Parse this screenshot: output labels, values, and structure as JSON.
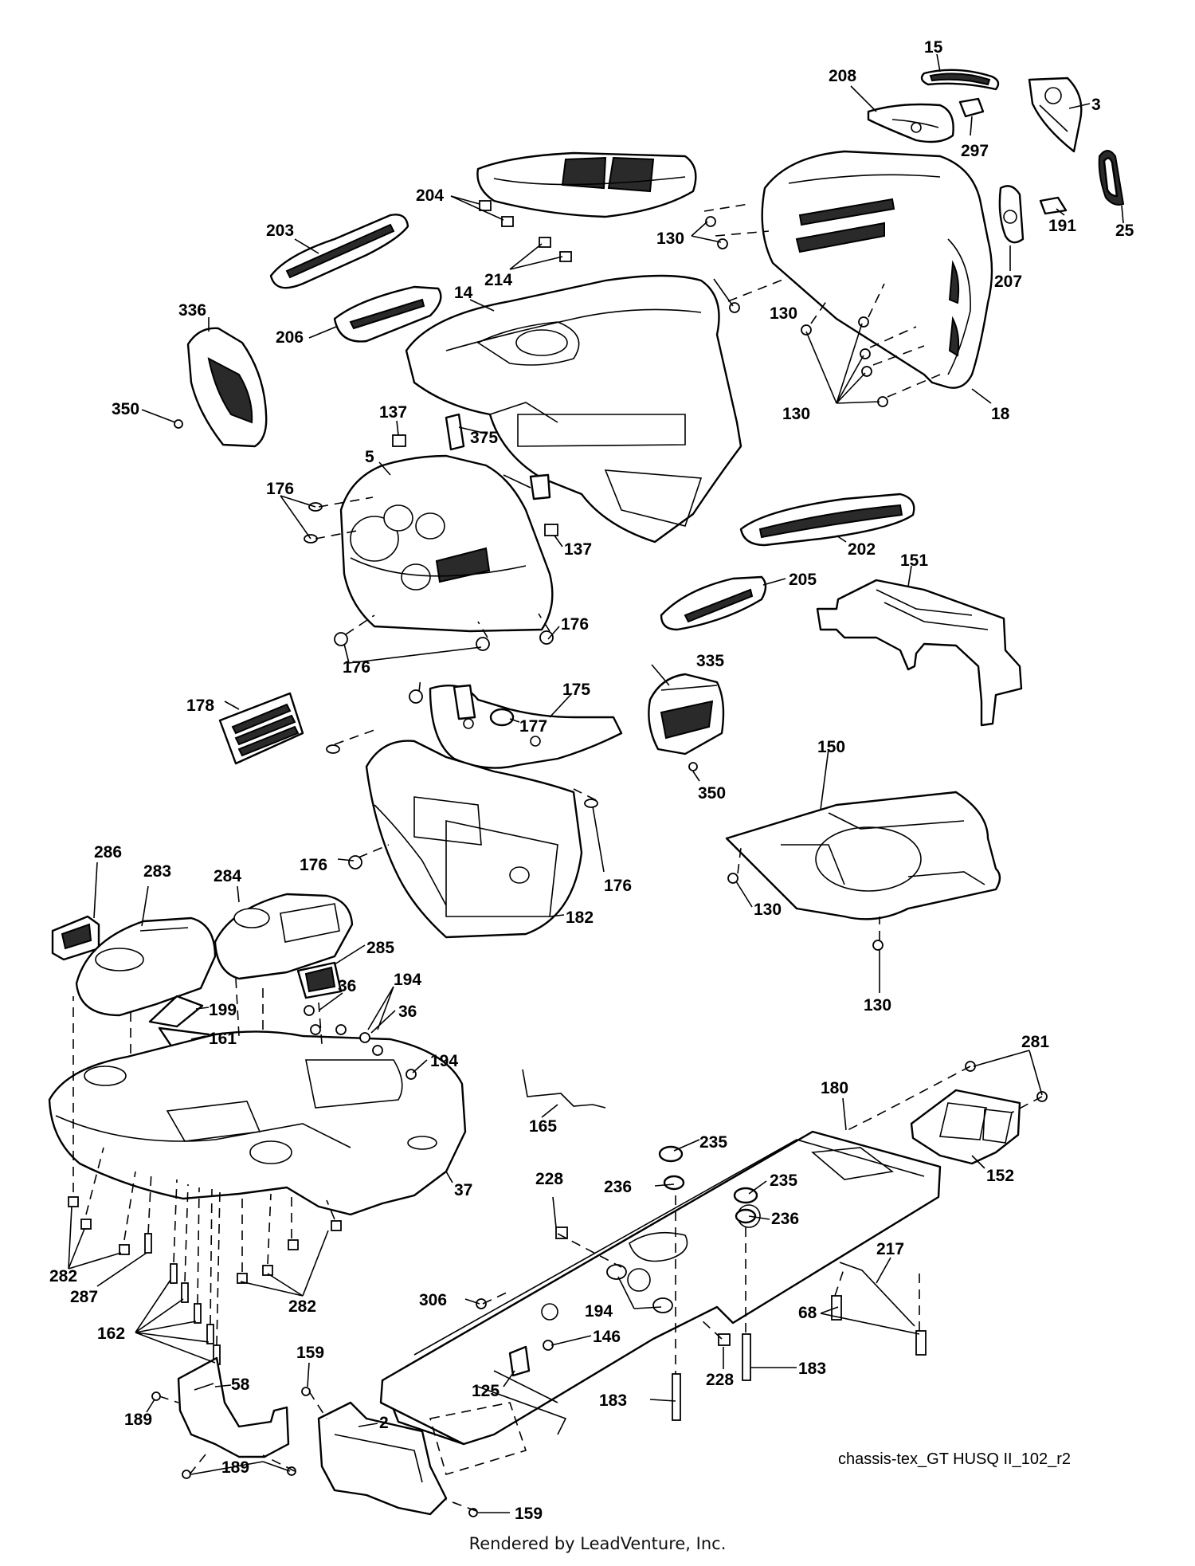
{
  "diagram": {
    "code": "chassis-tex_GT HUSQ II_102_r2",
    "credit": "Rendered by LeadVenture, Inc.",
    "callouts": [
      {
        "id": "c15",
        "label": "15"
      },
      {
        "id": "c208",
        "label": "208"
      },
      {
        "id": "c3",
        "label": "3"
      },
      {
        "id": "c297",
        "label": "297"
      },
      {
        "id": "c25",
        "label": "25"
      },
      {
        "id": "c191",
        "label": "191"
      },
      {
        "id": "c207",
        "label": "207"
      },
      {
        "id": "c204",
        "label": "204"
      },
      {
        "id": "c203",
        "label": "203"
      },
      {
        "id": "c214",
        "label": "214"
      },
      {
        "id": "c14",
        "label": "14"
      },
      {
        "id": "c206",
        "label": "206"
      },
      {
        "id": "c336",
        "label": "336"
      },
      {
        "id": "c350a",
        "label": "350"
      },
      {
        "id": "c130a",
        "label": "130"
      },
      {
        "id": "c130b",
        "label": "130"
      },
      {
        "id": "c130c",
        "label": "130"
      },
      {
        "id": "c18",
        "label": "18"
      },
      {
        "id": "c137a",
        "label": "137"
      },
      {
        "id": "c5",
        "label": "5"
      },
      {
        "id": "c375",
        "label": "375"
      },
      {
        "id": "c176a",
        "label": "176"
      },
      {
        "id": "c137b",
        "label": "137"
      },
      {
        "id": "c202",
        "label": "202"
      },
      {
        "id": "c151",
        "label": "151"
      },
      {
        "id": "c205",
        "label": "205"
      },
      {
        "id": "c176b",
        "label": "176"
      },
      {
        "id": "c176c",
        "label": "176"
      },
      {
        "id": "c178",
        "label": "178"
      },
      {
        "id": "c175",
        "label": "175"
      },
      {
        "id": "c177",
        "label": "177"
      },
      {
        "id": "c335",
        "label": "335"
      },
      {
        "id": "c350b",
        "label": "350"
      },
      {
        "id": "c150",
        "label": "150"
      },
      {
        "id": "c176d",
        "label": "176"
      },
      {
        "id": "c176e",
        "label": "176"
      },
      {
        "id": "c182",
        "label": "182"
      },
      {
        "id": "c130d",
        "label": "130"
      },
      {
        "id": "c130e",
        "label": "130"
      },
      {
        "id": "c286",
        "label": "286"
      },
      {
        "id": "c283",
        "label": "283"
      },
      {
        "id": "c284",
        "label": "284"
      },
      {
        "id": "c285",
        "label": "285"
      },
      {
        "id": "c194a",
        "label": "194"
      },
      {
        "id": "c36a",
        "label": "36"
      },
      {
        "id": "c36b",
        "label": "36"
      },
      {
        "id": "c199",
        "label": "199"
      },
      {
        "id": "c161",
        "label": "161"
      },
      {
        "id": "c194b",
        "label": "194"
      },
      {
        "id": "c281",
        "label": "281"
      },
      {
        "id": "c180",
        "label": "180"
      },
      {
        "id": "c165",
        "label": "165"
      },
      {
        "id": "c37",
        "label": "37"
      },
      {
        "id": "c235a",
        "label": "235"
      },
      {
        "id": "c228a",
        "label": "228"
      },
      {
        "id": "c236a",
        "label": "236"
      },
      {
        "id": "c235b",
        "label": "235"
      },
      {
        "id": "c236b",
        "label": "236"
      },
      {
        "id": "c152",
        "label": "152"
      },
      {
        "id": "c217",
        "label": "217"
      },
      {
        "id": "c282a",
        "label": "282"
      },
      {
        "id": "c287",
        "label": "287"
      },
      {
        "id": "c282b",
        "label": "282"
      },
      {
        "id": "c306",
        "label": "306"
      },
      {
        "id": "c194c",
        "label": "194"
      },
      {
        "id": "c146",
        "label": "146"
      },
      {
        "id": "c68",
        "label": "68"
      },
      {
        "id": "c162",
        "label": "162"
      },
      {
        "id": "c159a",
        "label": "159"
      },
      {
        "id": "c125",
        "label": "125"
      },
      {
        "id": "c228b",
        "label": "228"
      },
      {
        "id": "c183a",
        "label": "183"
      },
      {
        "id": "c58",
        "label": "58"
      },
      {
        "id": "c2",
        "label": "2"
      },
      {
        "id": "c183b",
        "label": "183"
      },
      {
        "id": "c189a",
        "label": "189"
      },
      {
        "id": "c189b",
        "label": "189"
      },
      {
        "id": "c159b",
        "label": "159"
      }
    ]
  }
}
